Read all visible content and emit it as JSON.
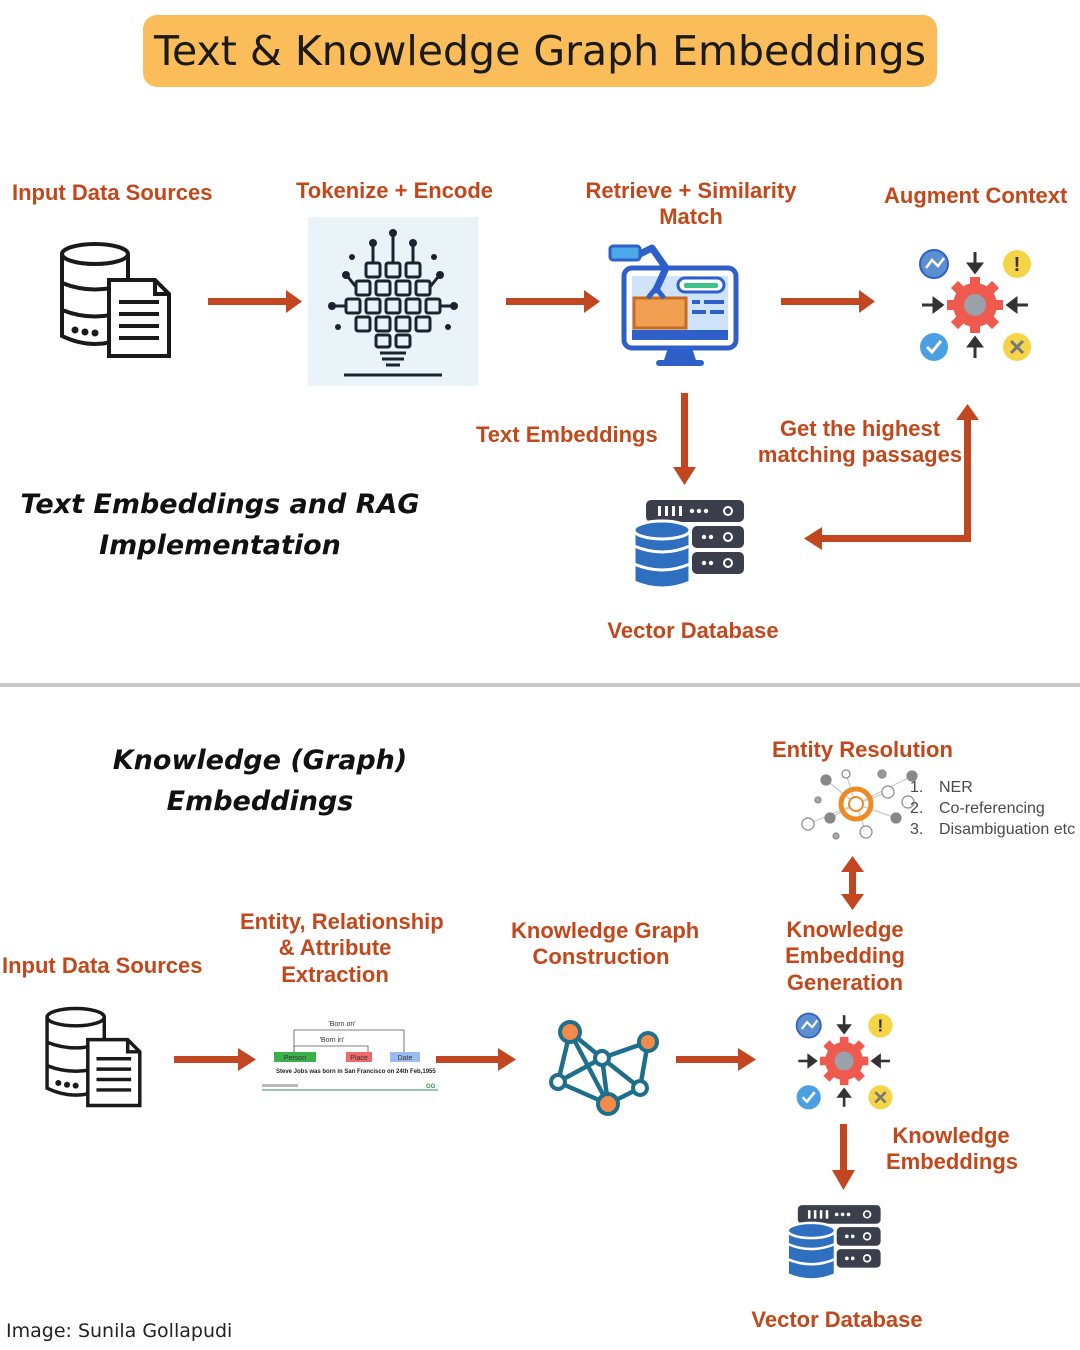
{
  "title": "Text & Knowledge Graph Embeddings",
  "rag": {
    "heading_line1": "Text Embeddings and RAG",
    "heading_line2": "Implementation",
    "input_label": "Input Data Sources",
    "tokenize_label": "Tokenize + Encode",
    "retrieve_label_line1": "Retrieve + Similarity",
    "retrieve_label_line2": "Match",
    "augment_label": "Augment Context",
    "text_embeddings_label": "Text Embeddings",
    "highest_label_line1": "Get the highest",
    "highest_label_line2": "matching passages",
    "vector_db_label": "Vector Database"
  },
  "kg": {
    "heading": "Knowledge (Graph) Embeddings",
    "input_label": "Input Data Sources",
    "extraction_line1": "Entity, Relationship",
    "extraction_line2": "& Attribute",
    "extraction_line3": "Extraction",
    "construction_line1": "Knowledge Graph",
    "construction_line2": "Construction",
    "generation_line1": "Knowledge",
    "generation_line2": "Embedding",
    "generation_line3": "Generation",
    "resolution_label": "Entity Resolution",
    "resolution_steps": [
      {
        "num": "1.",
        "text": "NER"
      },
      {
        "num": "2.",
        "text": "Co-referencing"
      },
      {
        "num": "3.",
        "text": "Disambiguation etc"
      }
    ],
    "embeddings_line1": "Knowledge",
    "embeddings_line2": "Embeddings",
    "vector_db_label": "Vector Database",
    "tree": {
      "top": "'Born on'",
      "mid": "'Born in'",
      "box1": "Person",
      "box2": "Place",
      "box3": "Date",
      "sentence": "Steve Jobs was born in San Francisco on 24th Feb,1955"
    }
  },
  "credit": "Image: Sunila Gollapudi",
  "colors": {
    "title_bg": "#fbbd5a",
    "label": "#c2481b",
    "arrow": "#c2461f",
    "db_blue": "#2f6fc0",
    "db_dark": "#3a3f4b"
  }
}
